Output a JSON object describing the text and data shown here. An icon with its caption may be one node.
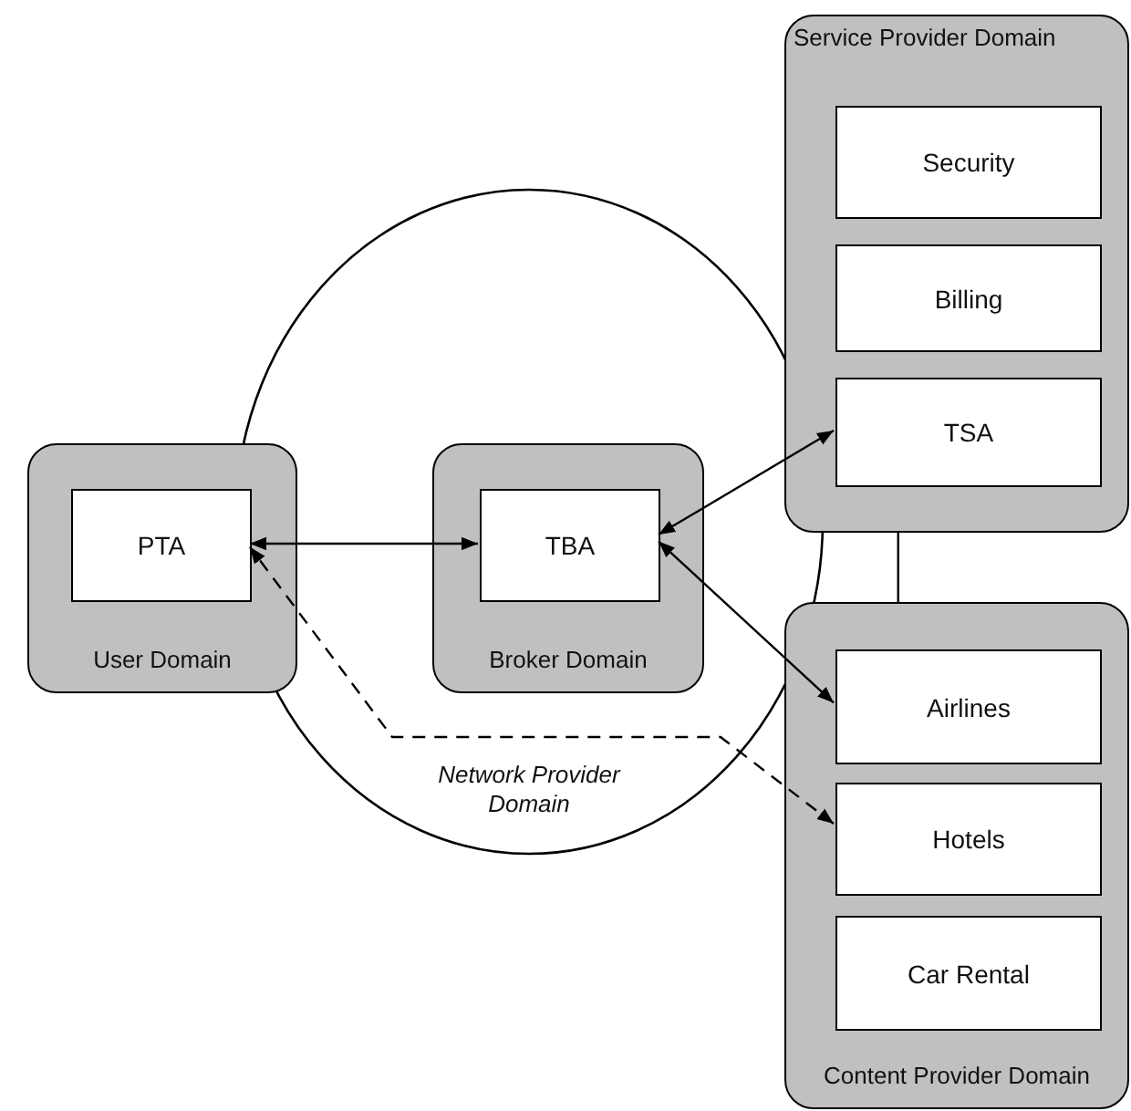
{
  "diagram": {
    "nodes": [
      {
        "text": [
          "Service Provider Domain"
        ]
      },
      {
        "text": [
          "Security"
        ],
        "in": 0
      },
      {
        "text": [
          "Billing"
        ],
        "in": 0
      },
      {
        "text": [
          "TSA"
        ],
        "in": 0
      },
      {
        "text": [
          "User Domain"
        ]
      },
      {
        "text": [
          "PTA"
        ],
        "in": 4
      },
      {
        "text": [
          "Network Provider Domain"
        ]
      },
      {
        "text": [
          "Broker Domain"
        ],
        "in": 6
      },
      {
        "text": [
          "TBA"
        ],
        "in": 7
      },
      {
        "text": [
          "Content Provider Domain"
        ]
      },
      {
        "text": [
          "Airlines"
        ],
        "in": 9
      },
      {
        "text": [
          "Hotels"
        ],
        "in": 9
      },
      {
        "text": [
          "Car Rental"
        ],
        "in": 9
      }
    ],
    "edges": [
      {
        "from": 5,
        "to": 8,
        "arrow": "both"
      },
      {
        "from": 8,
        "to": 3,
        "arrow": "both"
      },
      {
        "from": 8,
        "to": 10,
        "arrow": "both"
      },
      {
        "from": 11,
        "to": 5,
        "arrow": "both",
        "style": "dashed"
      },
      {
        "from": 0,
        "to": 9,
        "arrow": "none"
      }
    ]
  }
}
